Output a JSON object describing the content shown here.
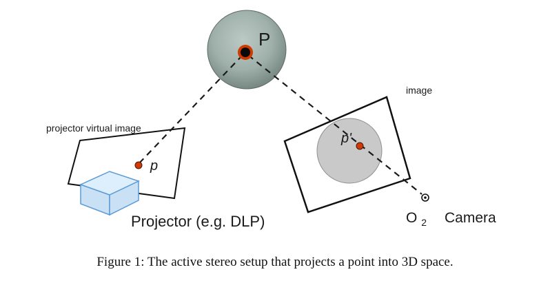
{
  "figure": {
    "caption": "Figure 1: The active stereo setup that projects a point into 3D space.",
    "labels": {
      "scene_point": "P",
      "projector_point": "p",
      "camera_point": "p'",
      "image_plane": "image",
      "projector_plane": "projector virtual image",
      "projector_name": "Projector (e.g. DLP)",
      "camera_center_base": "O",
      "camera_center_sub": "2",
      "camera_name": "Camera"
    },
    "colors": {
      "sphere_center": "#bcc9c4",
      "sphere_mid": "#9fb0aa",
      "sphere_edge": "#6e7f79",
      "sphere_outline": "#5c6b66",
      "point_ring": "#d23a00",
      "point_core": "#0a0a0a",
      "marker_fill": "#cf3a05",
      "marker_stroke": "#4a1600",
      "plane_fill": "#ffffff",
      "plane_stroke": "#111111",
      "image_disc_fill": "#c9c9c9",
      "image_disc_stroke": "#8f8f8f",
      "box_fill": "#c9e0f5",
      "box_top_fill": "#ddeefc",
      "box_stroke": "#5b9bd5",
      "line_color": "#1a1a1a",
      "camera_center_fill": "#ffffff",
      "camera_center_stroke": "#111111"
    }
  }
}
